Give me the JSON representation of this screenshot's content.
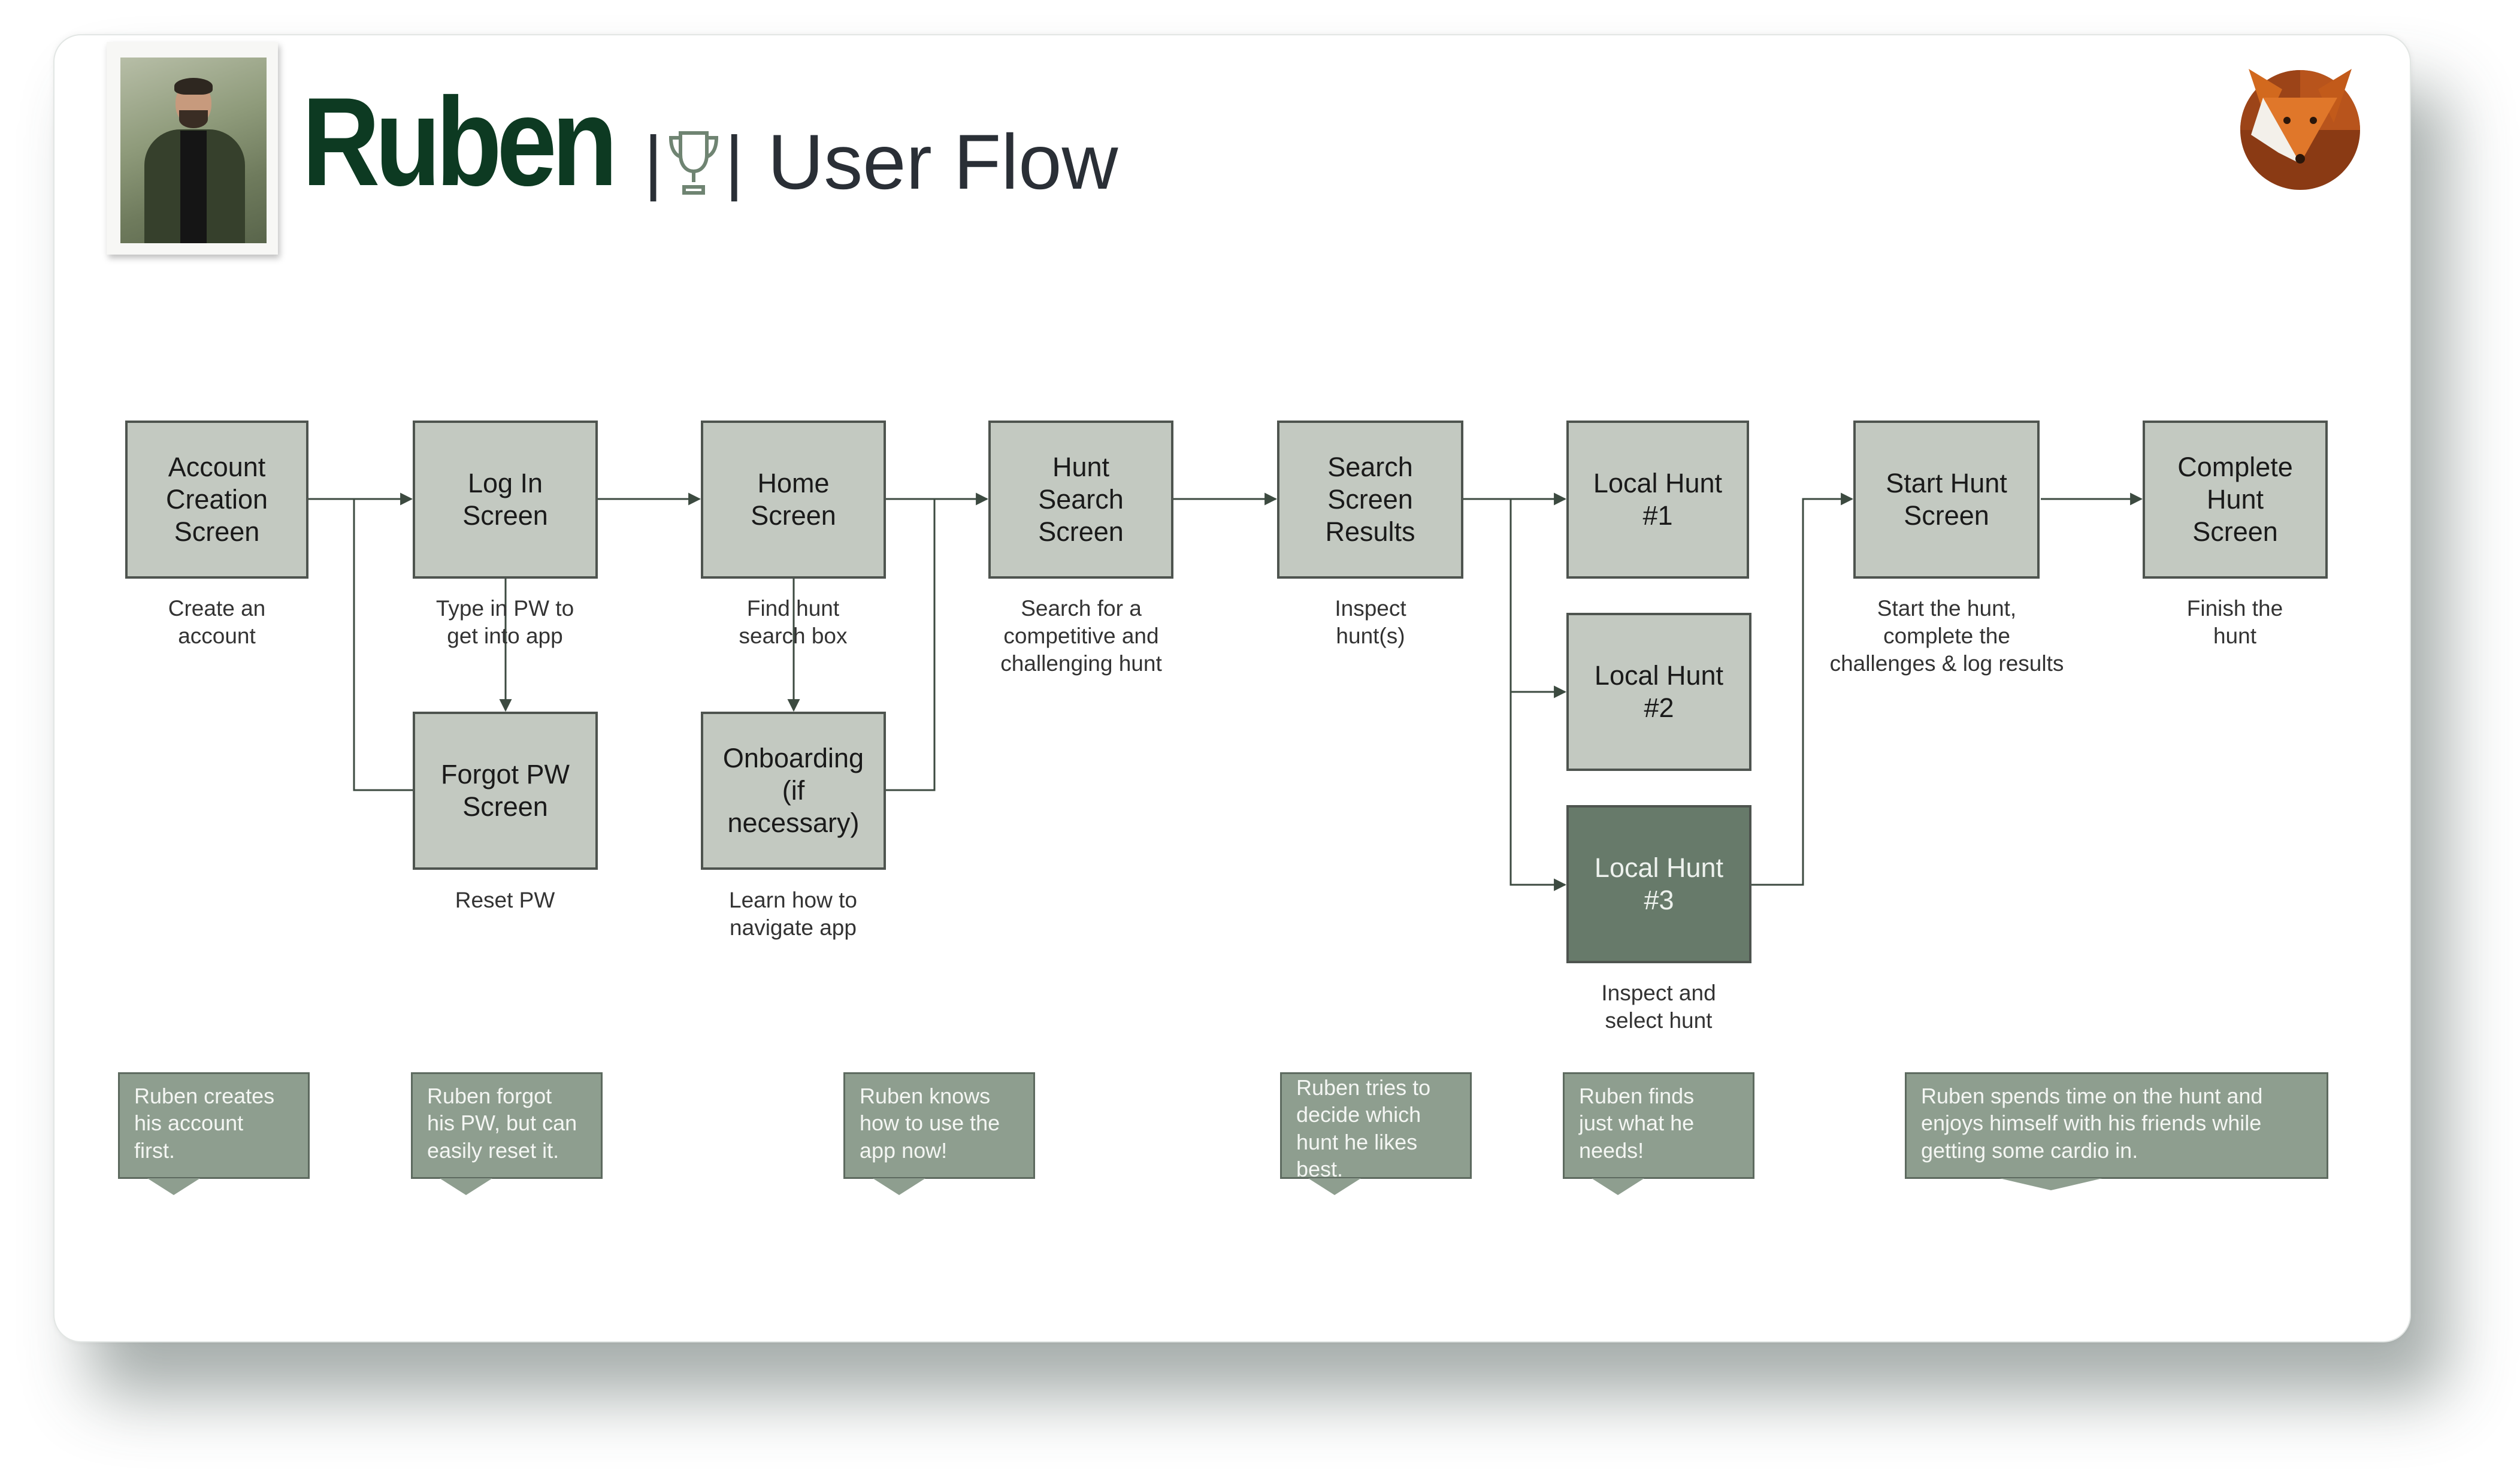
{
  "header": {
    "name": "Ruben",
    "separator_left": "|",
    "separator_right": "|",
    "title": "User Flow",
    "trophy_icon": "trophy-icon",
    "logo_icon": "fox-logo-icon"
  },
  "flow": {
    "boxes": {
      "account": "Account\nCreation\nScreen",
      "login": "Log In\nScreen",
      "home": "Home\nScreen",
      "hunt_search": "Hunt\nSearch\nScreen",
      "search_results": "Search\nScreen\nResults",
      "local1": "Local Hunt\n#1",
      "start": "Start Hunt\nScreen",
      "complete": "Complete\nHunt\nScreen",
      "forgot": "Forgot PW\nScreen",
      "onboarding": "Onboarding\n(if\nnecessary)",
      "local2": "Local Hunt\n#2",
      "local3": "Local Hunt\n#3"
    },
    "captions": {
      "account": "Create an\naccount",
      "login": "Type in PW to\nget into app",
      "home": "Find hunt\nsearch box",
      "hunt_search": "Search for a\ncompetitive and\nchallenging hunt",
      "search_results": "Inspect\nhunt(s)",
      "start": "Start the hunt,\ncomplete the\nchallenges & log results",
      "complete": "Finish the\nhunt",
      "forgot": "Reset PW",
      "onboarding": "Learn how to\nnavigate app",
      "local3": "Inspect and\nselect hunt"
    }
  },
  "notes": {
    "n1": "Ruben creates\nhis account\nfirst.",
    "n2": "Ruben forgot\nhis PW, but can\neasily reset it.",
    "n3": "Ruben knows\nhow to use the\napp now!",
    "n4": "Ruben tries to\ndecide which\nhunt he likes\nbest.",
    "n5": "Ruben finds\njust what he\nneeds!",
    "n6": "Ruben spends time on the hunt and\nenjoys himself with his friends while\ngetting some cardio in."
  },
  "colors": {
    "box_fill": "#c3c9c1",
    "box_selected": "#677a6a",
    "note_fill": "#8e9e8f",
    "title_green": "#0d3a22",
    "fox_orange": "#d2691e"
  }
}
